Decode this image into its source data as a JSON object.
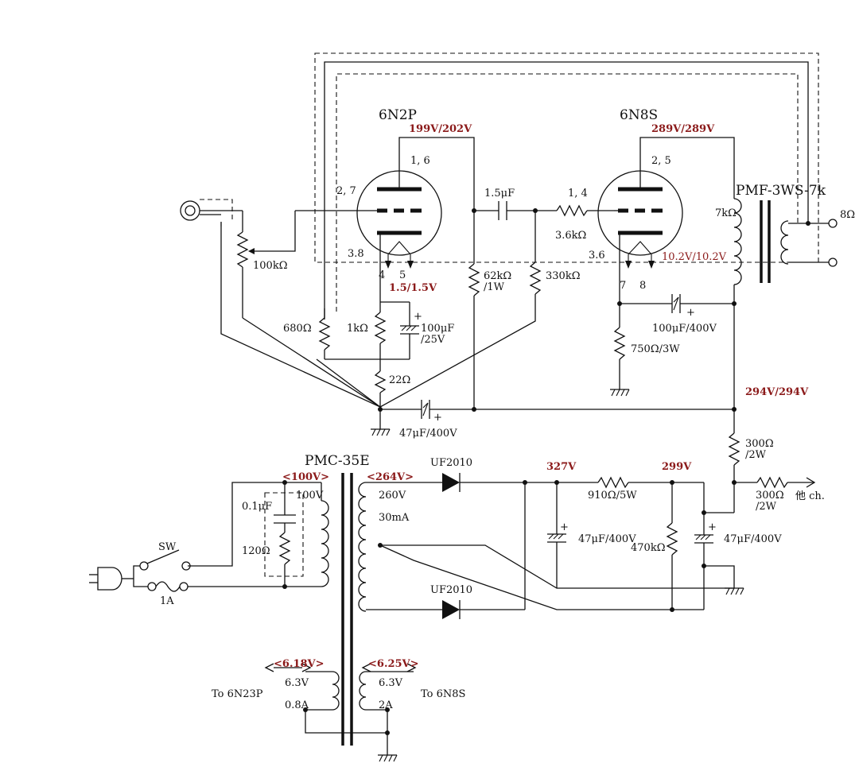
{
  "tubes": {
    "v1": {
      "name": "6N2P",
      "plate_pins": "1, 6",
      "grid_pins": "2, 7",
      "cathode_pins": "3.8",
      "heater_pin_a": "4",
      "heater_pin_b": "5",
      "plate_voltage": "199V/202V",
      "cathode_voltage": "1.5/1.5V"
    },
    "v2": {
      "name": "6N8S",
      "plate_pins": "2, 5",
      "grid_pins": "1, 4",
      "cathode_pins": "3.6",
      "heater_pin_a": "7",
      "heater_pin_b": "8",
      "plate_voltage": "289V/289V",
      "cathode_voltage": "10.2V/10.2V"
    }
  },
  "output_transformer": {
    "name": "PMF-3WS-7k",
    "primary": "7kΩ",
    "secondary": "8Ω"
  },
  "components": {
    "volume_pot": "100kΩ",
    "r_680": "680Ω",
    "r_1k": "1kΩ",
    "c_100u_25": "100μF",
    "c_100u_25_rating": "/25V",
    "r_22": "22Ω",
    "c_coupling": "1.5μF",
    "r_62k": "62kΩ",
    "r_62k_rating": "/1W",
    "r_330k": "330kΩ",
    "r_grid_stop": "3.6kΩ",
    "c_100u_400": "100μF/400V",
    "r_750": "750Ω/3W",
    "c_47u_decouple": "47μF/400V",
    "r_300_a": "300Ω",
    "r_300_a_rating": "/2W",
    "r_300_b": "300Ω",
    "r_300_b_rating": "/2W",
    "other_ch": "他 ch.",
    "r_910": "910Ω/5W",
    "r_470k": "470kΩ",
    "c_47u_a": "47μF/400V",
    "c_47u_b": "47μF/400V",
    "c_snubber": "0.1μF",
    "r_snubber": "120Ω",
    "diode_top": "UF2010",
    "diode_bottom": "UF2010",
    "switch": "SW",
    "fuse": "1A"
  },
  "voltages": {
    "b_plus": "294V/294V",
    "rect_out": "327V",
    "filter_out": "299V",
    "mains_meas": "<100V>",
    "hv_meas": "<264V>",
    "heater1_meas": "<6.18V>",
    "heater2_meas": "<6.25V>"
  },
  "power_transformer": {
    "name": "PMC-35E",
    "primary": "100V",
    "hv_secondary": "260V",
    "hv_current": "30mA",
    "heater1_v": "6.3V",
    "heater1_a": "0.8A",
    "heater2_v": "6.3V",
    "heater2_a": "2A",
    "heater1_to": "To 6N23P",
    "heater2_to": "To 6N8S"
  }
}
